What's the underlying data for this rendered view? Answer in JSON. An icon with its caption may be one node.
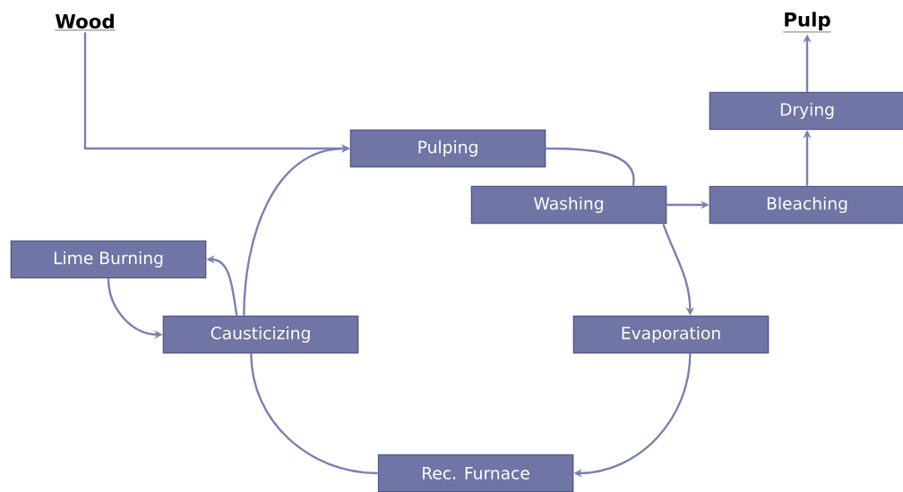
{
  "diagram": {
    "nodes": [
      {
        "text": [
          "Wood"
        ]
      },
      {
        "text": [
          "Pulp"
        ]
      },
      {
        "text": [
          "Pulping"
        ]
      },
      {
        "text": [
          "Drying"
        ]
      },
      {
        "text": [
          "Washing"
        ]
      },
      {
        "text": [
          "Bleaching"
        ]
      },
      {
        "text": [
          "Lime Burning"
        ]
      },
      {
        "text": [
          "Causticizing"
        ]
      },
      {
        "text": [
          "Evaporation"
        ]
      },
      {
        "text": [
          "Rec. Furnace"
        ]
      }
    ],
    "edges": [
      {
        "from": 0,
        "to": 2,
        "arrow": "to"
      },
      {
        "from": 2,
        "to": 4,
        "arrow": "none"
      },
      {
        "from": 4,
        "to": 5,
        "arrow": "to"
      },
      {
        "from": 5,
        "to": 3,
        "arrow": "to"
      },
      {
        "from": 3,
        "to": 1,
        "arrow": "to"
      },
      {
        "from": 4,
        "to": 8,
        "arrow": "to"
      },
      {
        "from": 8,
        "to": 9,
        "arrow": "to"
      },
      {
        "from": 9,
        "to": 7,
        "arrow": "none"
      },
      {
        "from": 7,
        "to": 2,
        "arrow": "to"
      },
      {
        "from": 7,
        "to": 6,
        "arrow": "to"
      },
      {
        "from": 6,
        "to": 7,
        "arrow": "to"
      }
    ]
  }
}
